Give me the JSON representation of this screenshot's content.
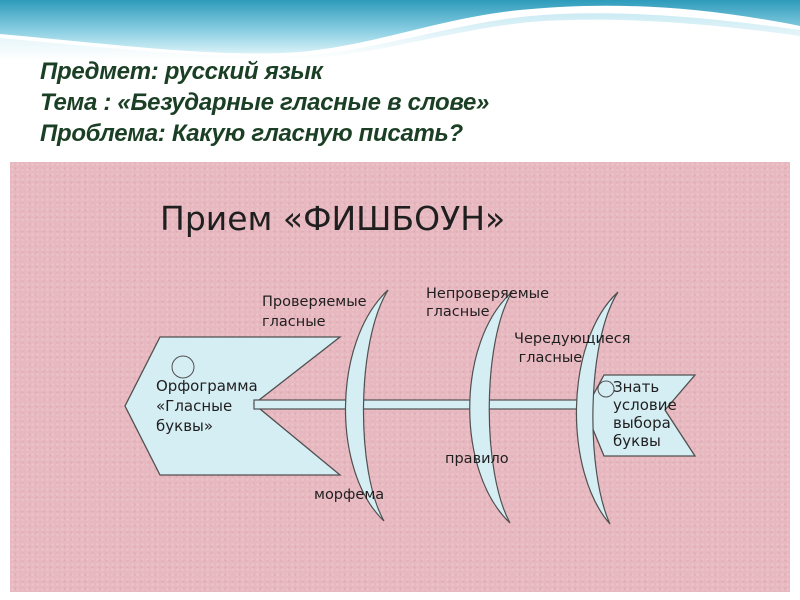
{
  "header": {
    "line1": "Предмет: русский язык",
    "line2": "Тема : «Безударные гласные в слове»",
    "line3": "Проблема: Какую гласную писать?"
  },
  "diagram": {
    "title": "Прием «ФИШБОУН»",
    "head": [
      "Орфограмма",
      "«Гласные",
      "буквы»"
    ],
    "tail": [
      "Знать",
      "условие",
      "выбора",
      "буквы"
    ],
    "top_labels": [
      [
        "Проверяемые",
        "гласные"
      ],
      [
        "Непроверяемые",
        "гласные"
      ],
      [
        "Чередующиеся",
        " гласные"
      ]
    ],
    "bottom_labels": [
      "морфема",
      "правило"
    ]
  },
  "colors": {
    "header_text": "#1b3f24",
    "panel_bg": "#e8b8c0",
    "shape_fill": "#d5eef4",
    "shape_stroke": "#505050",
    "wave_top": "#2e9bbb"
  }
}
